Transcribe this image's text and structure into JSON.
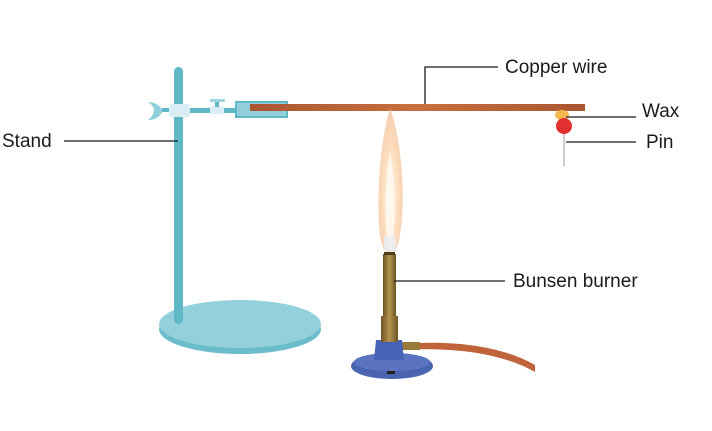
{
  "labels": {
    "copper_wire": "Copper wire",
    "wax": "Wax",
    "pin": "Pin",
    "stand": "Stand",
    "bunsen_burner": "Bunsen burner"
  },
  "colors": {
    "stand": "#5fb8c6",
    "stand_base_top": "#94cfdc",
    "copper": "#b5603a",
    "wax": "#f6b850",
    "pin_head": "#e03030",
    "burner_brass": "#9a7a3a",
    "burner_base": "#4a64b0",
    "hose": "#c0623a"
  }
}
